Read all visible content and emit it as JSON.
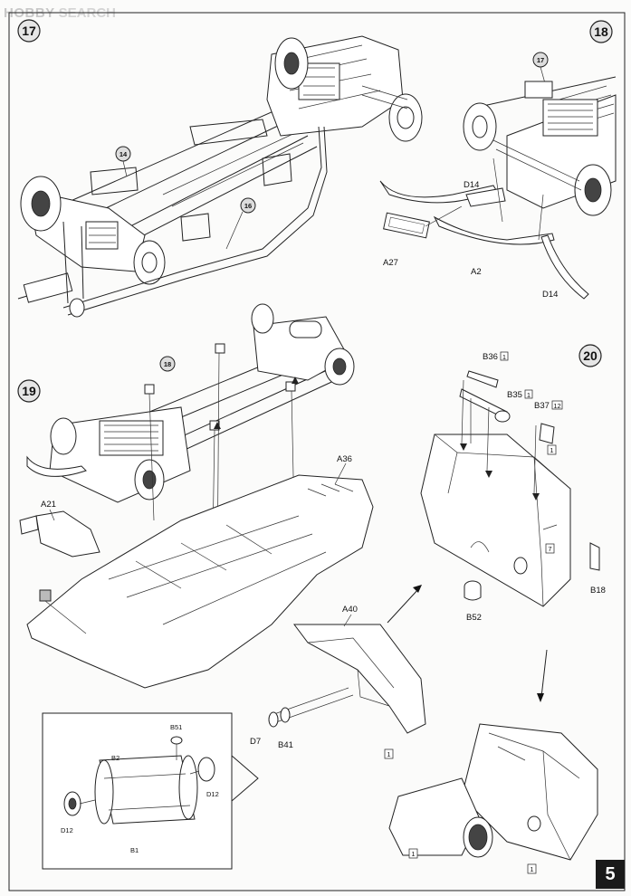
{
  "watermark": {
    "logo": "HOBBY",
    "word": "SEARCH"
  },
  "page_number": "5",
  "steps": {
    "s17": {
      "number": "17",
      "callouts": [
        "14",
        "16"
      ]
    },
    "s18": {
      "number": "18",
      "callouts": [
        "17"
      ],
      "parts": [
        "D14",
        "A27",
        "A2",
        "D14"
      ]
    },
    "s19": {
      "number": "19",
      "callouts": [
        "18"
      ],
      "parts": [
        "A36",
        "A21"
      ]
    },
    "s20": {
      "number": "20",
      "parts": [
        "B36",
        "B35",
        "B37",
        "B18",
        "B52",
        "A40",
        "D7",
        "B41"
      ],
      "qty": [
        "1",
        "1",
        "12",
        "1",
        "7",
        "1",
        "1",
        "1"
      ]
    },
    "detail": {
      "parts": [
        "B51",
        "B2",
        "D12",
        "D12",
        "B1"
      ]
    }
  }
}
